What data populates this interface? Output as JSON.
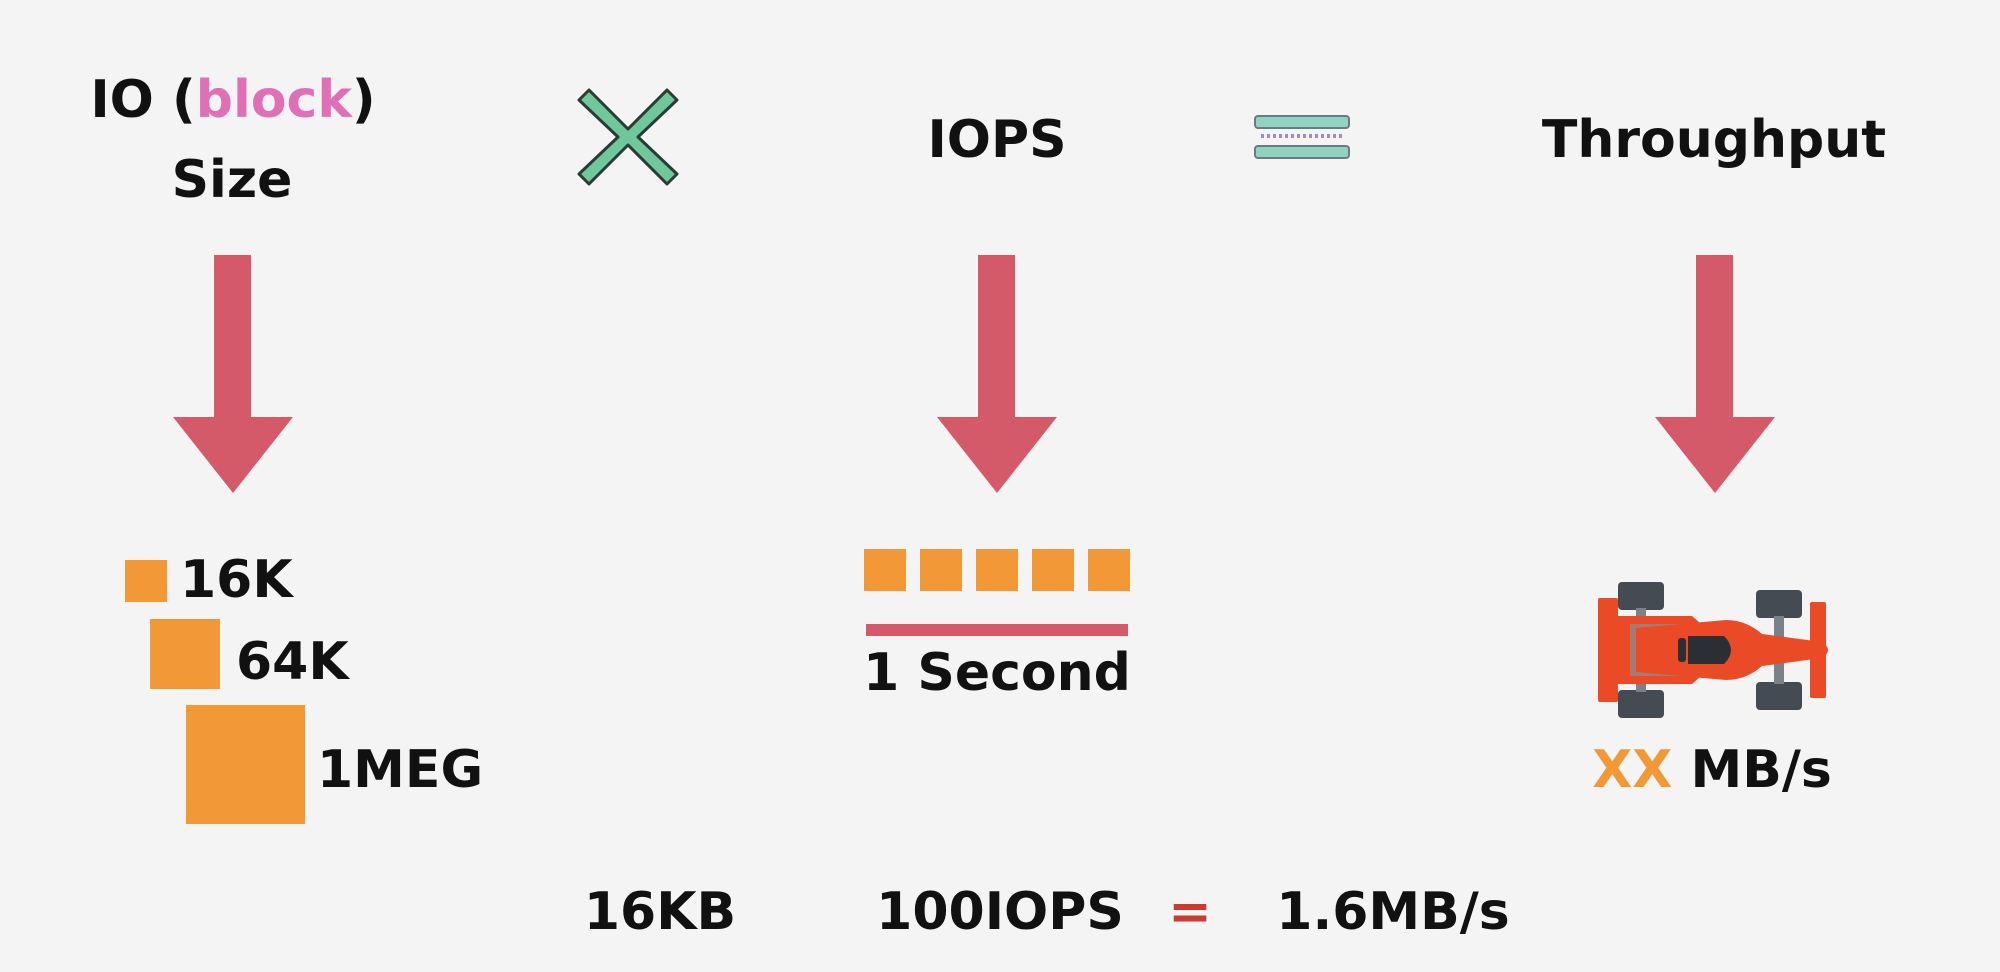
{
  "colors": {
    "background": "#f4f4f4",
    "arrow": "#d45a69",
    "block_square": "#f29837",
    "multiply_sign": "#6ec89a",
    "equals_sign": "#8fd3c0",
    "block_word": "#e070b6",
    "xx": "#f29837",
    "equals_operator": "#c93a2f",
    "car_body": "#ea4a26",
    "car_tire": "#454b52"
  },
  "columns": {
    "io_size": {
      "title_prefix": "IO (",
      "title_highlight": "block",
      "title_suffix": ")",
      "title_line2": "Size",
      "sizes": [
        "16K",
        "64K",
        "1MEG"
      ]
    },
    "iops": {
      "title": "IOPS",
      "timeline_label": "1 Second",
      "io_blocks": 5
    },
    "throughput": {
      "title": "Throughput",
      "rate_value": "XX",
      "rate_unit": "MB/s",
      "icon": "race-car-icon"
    }
  },
  "operators": {
    "multiply_icon": "multiply-icon",
    "equals_icon": "equals-icon"
  },
  "equation": {
    "block_size": "16KB",
    "iops": "100IOPS",
    "equals": "=",
    "result": "1.6MB/s"
  }
}
